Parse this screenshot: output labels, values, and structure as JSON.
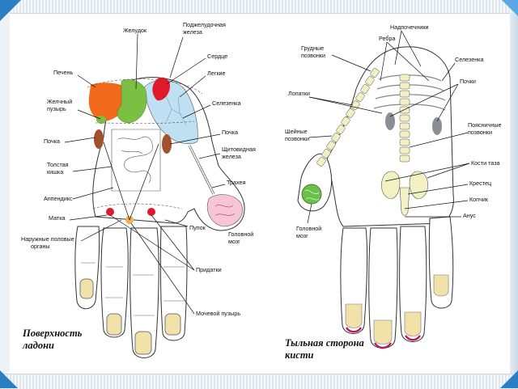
{
  "palm": {
    "caption_line1": "Поверхность",
    "caption_line2": "ладони",
    "labels": {
      "stomach": "Желудок",
      "pancreas_1": "Поджелудочная",
      "pancreas_2": "железа",
      "heart": "Сердце",
      "lungs": "Легкие",
      "liver": "Печень",
      "gallbladder_1": "Желчный",
      "gallbladder_2": "пузырь",
      "spleen": "Селезенка",
      "kidney_left": "Почка",
      "kidney_right": "Почка",
      "thyroid_1": "Щитовидная",
      "thyroid_2": "железа",
      "colon_1": "Толстая",
      "colon_2": "кишка",
      "trachea": "Трахея",
      "appendix": "Аппендикс",
      "uterus": "Матка",
      "navel": "Пупок",
      "brain_1": "Головной",
      "brain_2": "мозг",
      "genitals_1": "Наружные половые",
      "genitals_2": "органы",
      "adnexa": "Придатки",
      "bladder": "Мочевой пузырь"
    }
  },
  "back": {
    "caption_line1": "Тыльная сторона",
    "caption_line2": "кисти",
    "labels": {
      "adrenals": "Надпочечники",
      "thoracic_1": "Грудные",
      "thoracic_2": "позвонки",
      "ribs": "Ребра",
      "spleen": "Селезенка",
      "scapula": "Лопатки",
      "kidneys": "Почки",
      "lumbar_1": "Поясничные",
      "lumbar_2": "позвонки",
      "cervical_1": "Шейные",
      "cervical_2": "позвонки",
      "pelvic": "Кости таза",
      "sacrum": "Крестец",
      "coccyx": "Копчик",
      "anus": "Анус",
      "brain_1": "Головной",
      "brain_2": "мозг"
    }
  },
  "colors": {
    "liver": "#f26a1c",
    "stomach": "#7bc043",
    "heart": "#e01a2a",
    "lungs": "#bfe0f2",
    "kidney": "#a0522d",
    "brain_pink": "#f7c6d6",
    "brain_green": "#6cc04a",
    "bone": "#f3f0c4",
    "nail": "#f0e2a8",
    "nail_tip": "#c2185b",
    "accent": "#2a7fc4"
  }
}
